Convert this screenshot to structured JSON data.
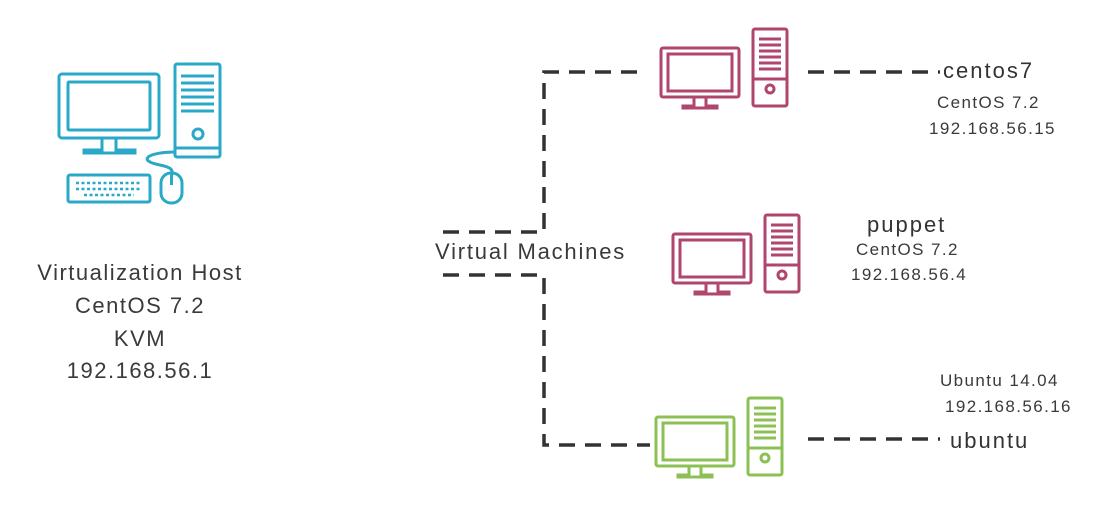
{
  "host": {
    "title": "Virtualization Host",
    "os": "CentOS 7.2",
    "hypervisor": "KVM",
    "ip": "192.168.56.1",
    "color": "#29a8c8"
  },
  "network_label": "Virtual Machines",
  "vms": [
    {
      "name": "centos7",
      "os": "CentOS 7.2",
      "ip": "192.168.56.15",
      "color": "#b0456e",
      "icon": "desktop-computer-icon"
    },
    {
      "name": "puppet",
      "os": "CentOS 7.2",
      "ip": "192.168.56.4",
      "color": "#b0456e",
      "icon": "desktop-computer-icon"
    },
    {
      "name": "ubuntu",
      "os": "Ubuntu 14.04",
      "ip": "192.168.56.16",
      "color": "#8cc055",
      "icon": "desktop-computer-icon"
    }
  ]
}
